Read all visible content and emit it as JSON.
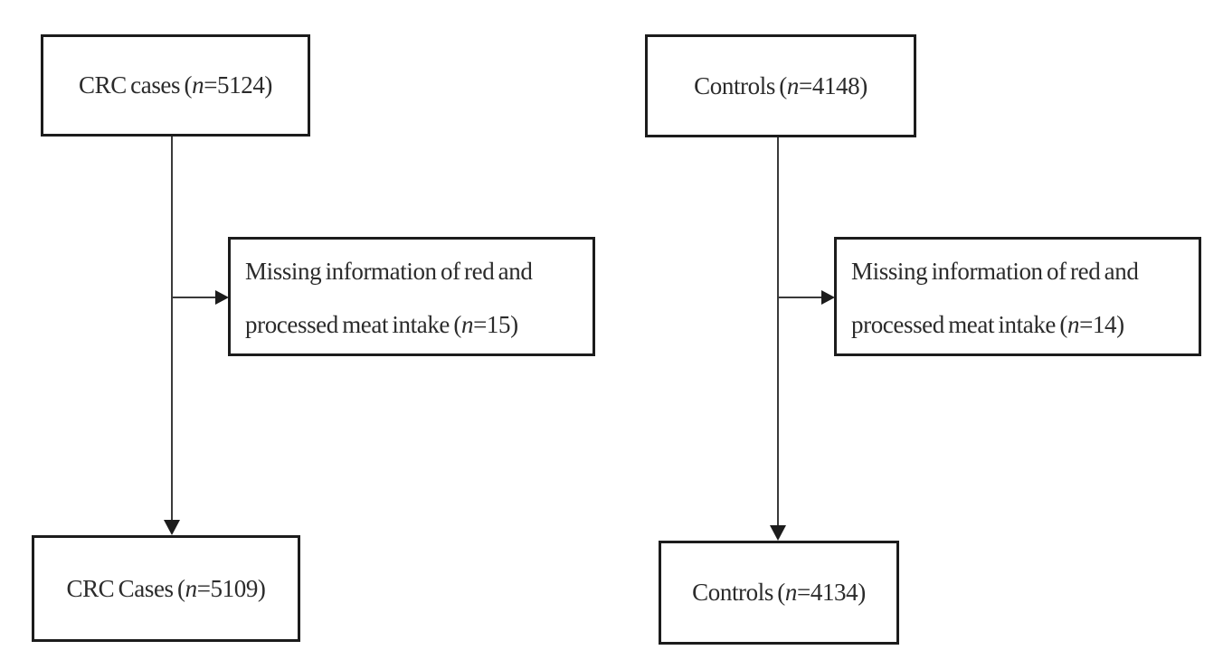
{
  "colors": {
    "border": "#1c1c1c",
    "line": "#3a3a3a",
    "text": "#2b2b2b",
    "background": "#ffffff"
  },
  "left": {
    "top_box": {
      "pre": "CRC cases (",
      "var": "n",
      "post": "=5124)"
    },
    "side_box": {
      "line1": "Missing information of red and",
      "line2_pre": "processed meat intake (",
      "var": "n",
      "line2_post": "=15)"
    },
    "bottom_box": {
      "pre": "CRC Cases (",
      "var": "n",
      "post": "=5109)"
    }
  },
  "right": {
    "top_box": {
      "pre": "Controls (",
      "var": "n",
      "post": "=4148)"
    },
    "side_box": {
      "line1": "Missing information of red and",
      "line2_pre": "processed meat intake (",
      "var": "n",
      "line2_post": "=14)"
    },
    "bottom_box": {
      "pre": "Controls (",
      "var": "n",
      "post": "=4134)"
    }
  }
}
